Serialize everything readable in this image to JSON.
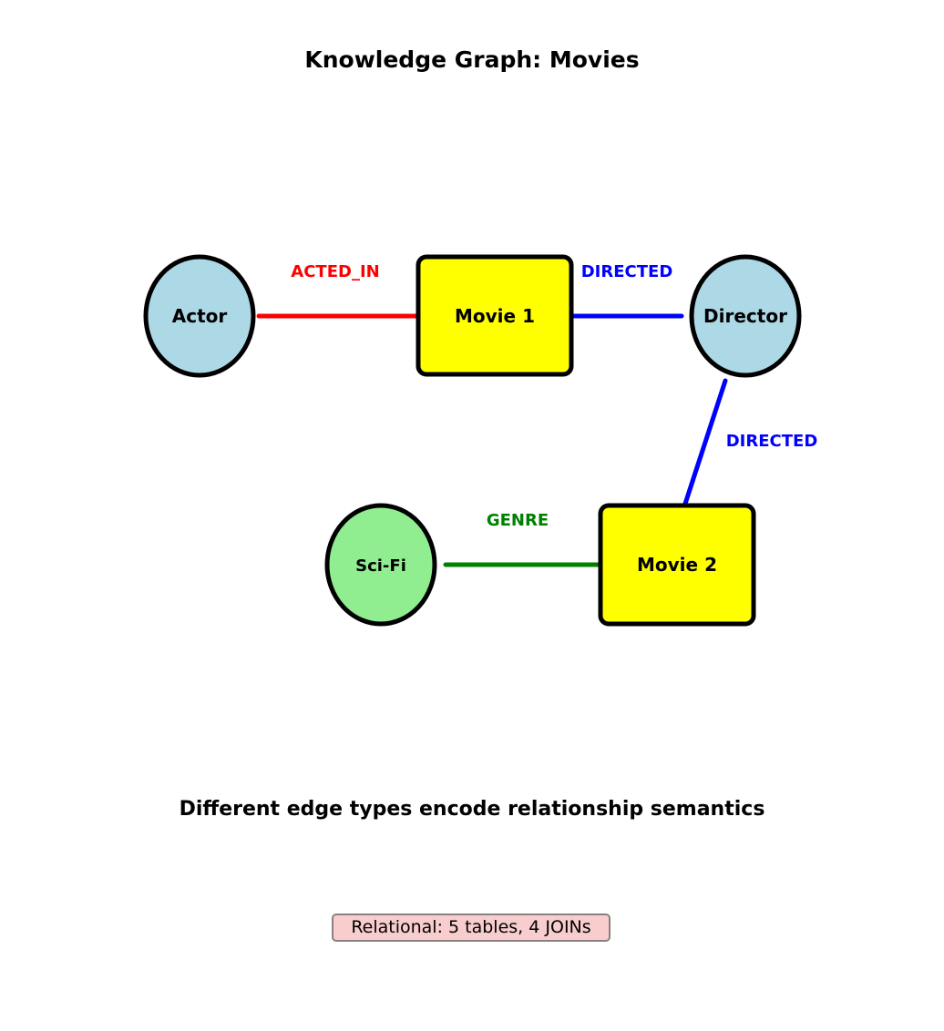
{
  "title": "Knowledge Graph: Movies",
  "subtitle": "Different edge types encode relationship semantics",
  "note": "Relational: 5 tables, 4 JOINs",
  "colors": {
    "person_node": "#add8e6",
    "movie_node": "#ffff00",
    "genre_node": "#90ee90",
    "acted_in": "#ff0000",
    "directed": "#0000ff",
    "genre": "#008000",
    "note_bg": "#f8cdcd"
  },
  "nodes": [
    {
      "id": "actor",
      "label": "Actor",
      "shape": "ellipse",
      "color": "#add8e6"
    },
    {
      "id": "movie1",
      "label": "Movie 1",
      "shape": "rect",
      "color": "#ffff00"
    },
    {
      "id": "director",
      "label": "Director",
      "shape": "ellipse",
      "color": "#add8e6"
    },
    {
      "id": "movie2",
      "label": "Movie 2",
      "shape": "rect",
      "color": "#ffff00"
    },
    {
      "id": "scifi",
      "label": "Sci-Fi",
      "shape": "ellipse",
      "color": "#90ee90"
    }
  ],
  "edges": [
    {
      "from": "actor",
      "to": "movie1",
      "label": "ACTED_IN",
      "color": "#ff0000"
    },
    {
      "from": "movie1",
      "to": "director",
      "label": "DIRECTED",
      "color": "#0000ff"
    },
    {
      "from": "director",
      "to": "movie2",
      "label": "DIRECTED",
      "color": "#0000ff"
    },
    {
      "from": "movie2",
      "to": "scifi",
      "label": "GENRE",
      "color": "#008000"
    }
  ]
}
